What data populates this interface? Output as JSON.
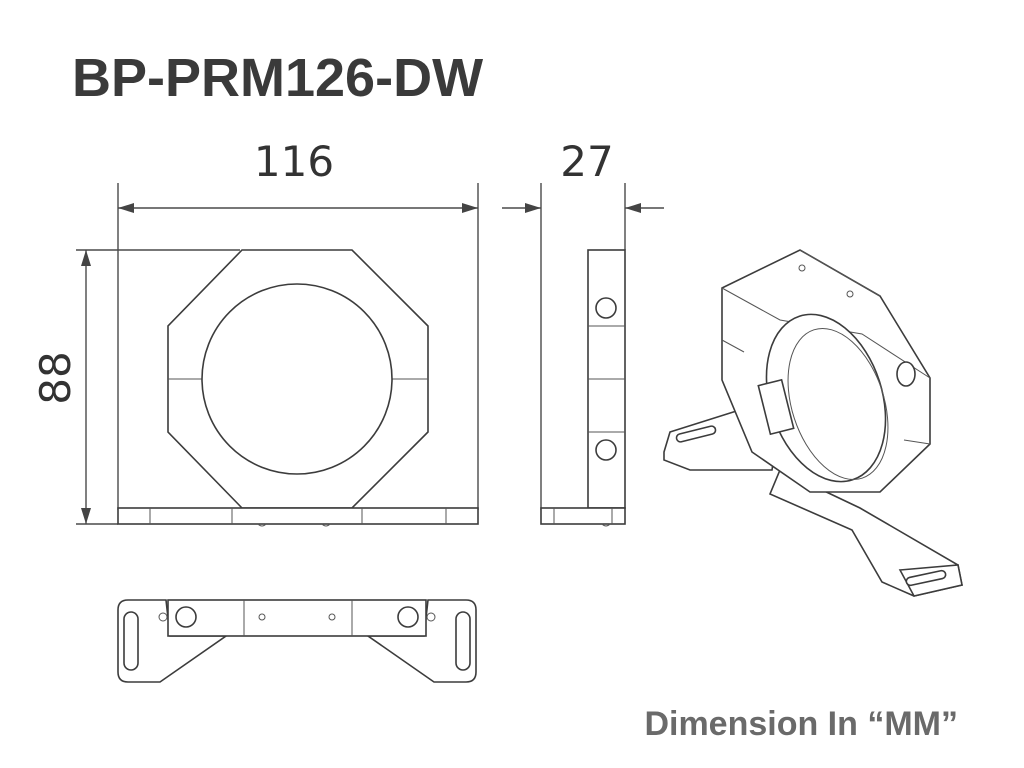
{
  "title": "BP-PRM126-DW",
  "dimensions": {
    "width": "116",
    "depth": "27",
    "height": "88"
  },
  "footer": "Dimension In “MM”",
  "views": [
    "front-view",
    "side-view",
    "bottom-view",
    "isometric-view"
  ]
}
